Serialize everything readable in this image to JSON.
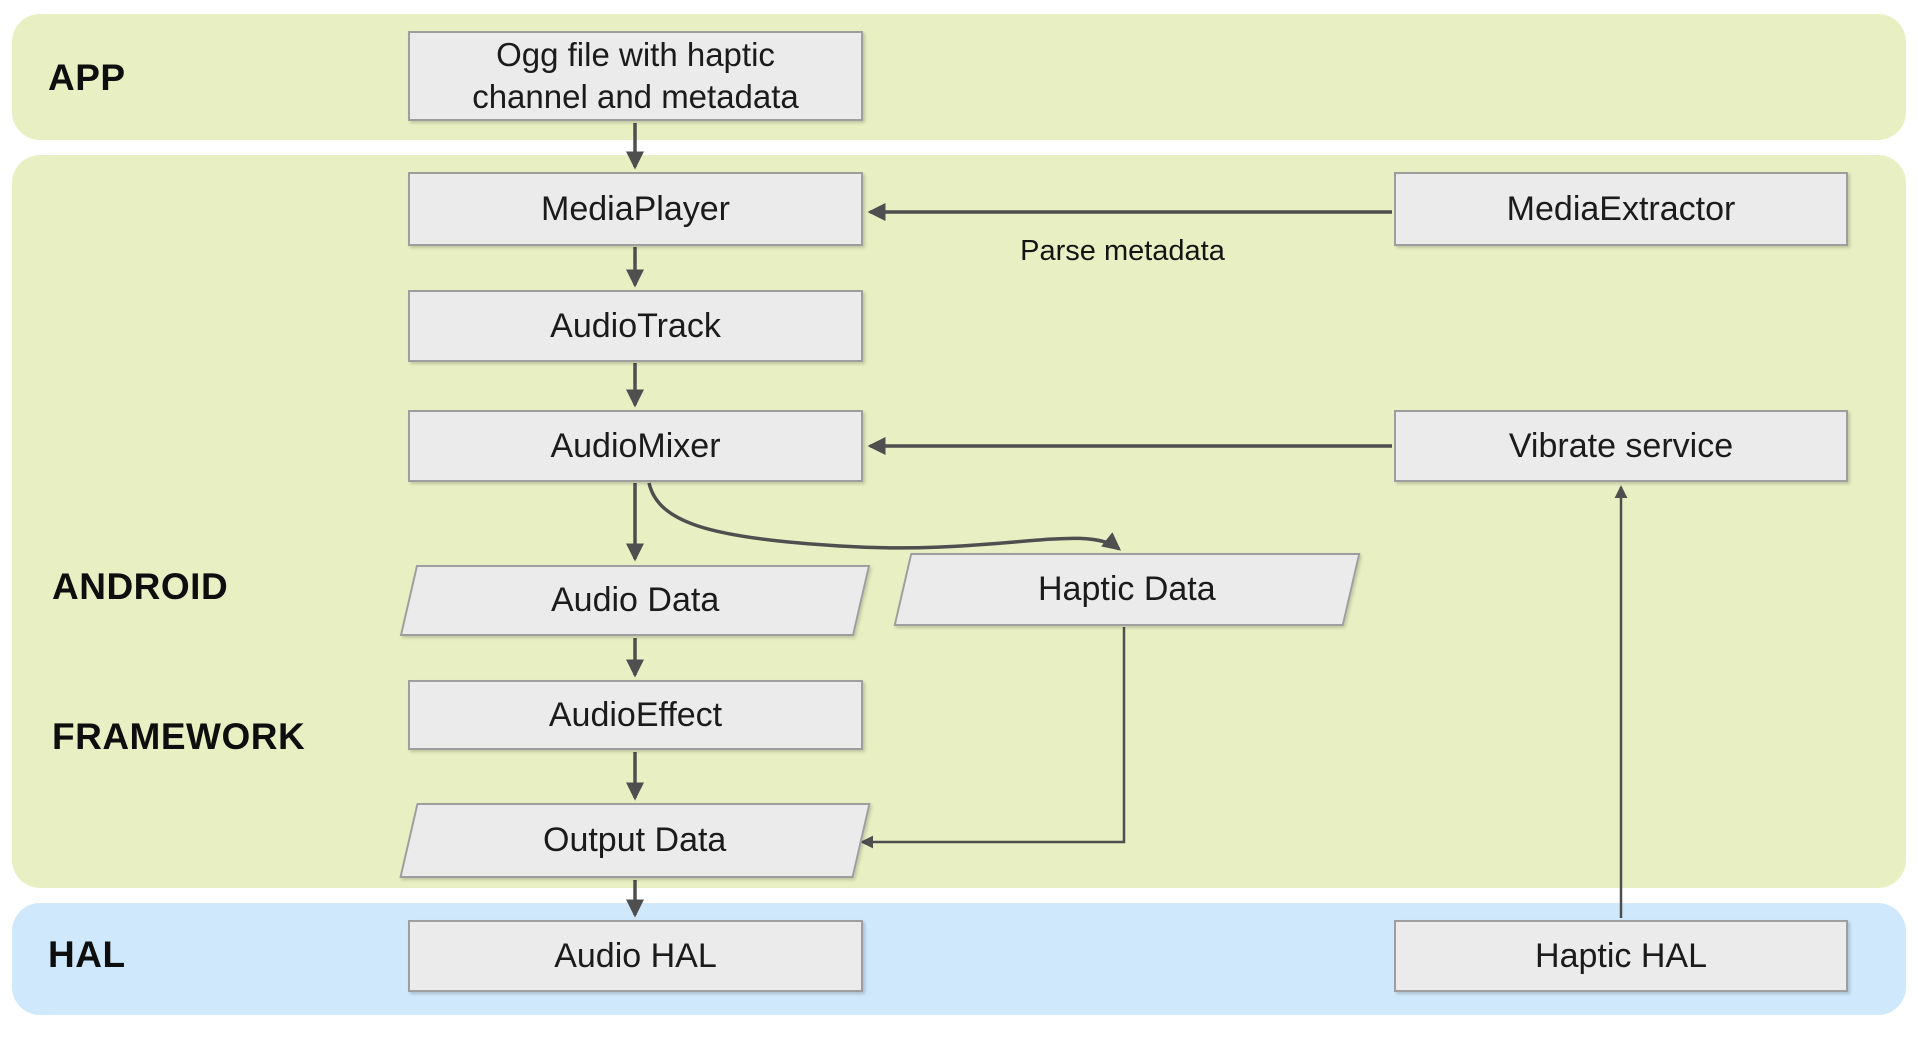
{
  "colors": {
    "band_green": "#e8f0c3",
    "band_blue": "#cfe8fb",
    "node_fill": "#ebebeb",
    "node_border": "#9e9e9e",
    "line": "#4f4f4f",
    "text": "#1b1b1b",
    "background": "#ffffff"
  },
  "bands": {
    "app": {
      "label": "APP"
    },
    "framework": {
      "label_line1": "ANDROID",
      "label_line2": "FRAMEWORK"
    },
    "hal": {
      "label": "HAL"
    }
  },
  "nodes": {
    "ogg_file": {
      "line1": "Ogg file with haptic",
      "line2": "channel and metadata"
    },
    "media_player": {
      "label": "MediaPlayer"
    },
    "media_extractor": {
      "label": "MediaExtractor"
    },
    "audio_track": {
      "label": "AudioTrack"
    },
    "audio_mixer": {
      "label": "AudioMixer"
    },
    "vibrate_service": {
      "label": "Vibrate service"
    },
    "audio_data": {
      "label": "Audio Data"
    },
    "haptic_data": {
      "label": "Haptic Data"
    },
    "audio_effect": {
      "label": "AudioEffect"
    },
    "output_data": {
      "label": "Output Data"
    },
    "audio_hal": {
      "label": "Audio HAL"
    },
    "haptic_hal": {
      "label": "Haptic HAL"
    }
  },
  "edges": {
    "parse_metadata_label": "Parse metadata"
  }
}
